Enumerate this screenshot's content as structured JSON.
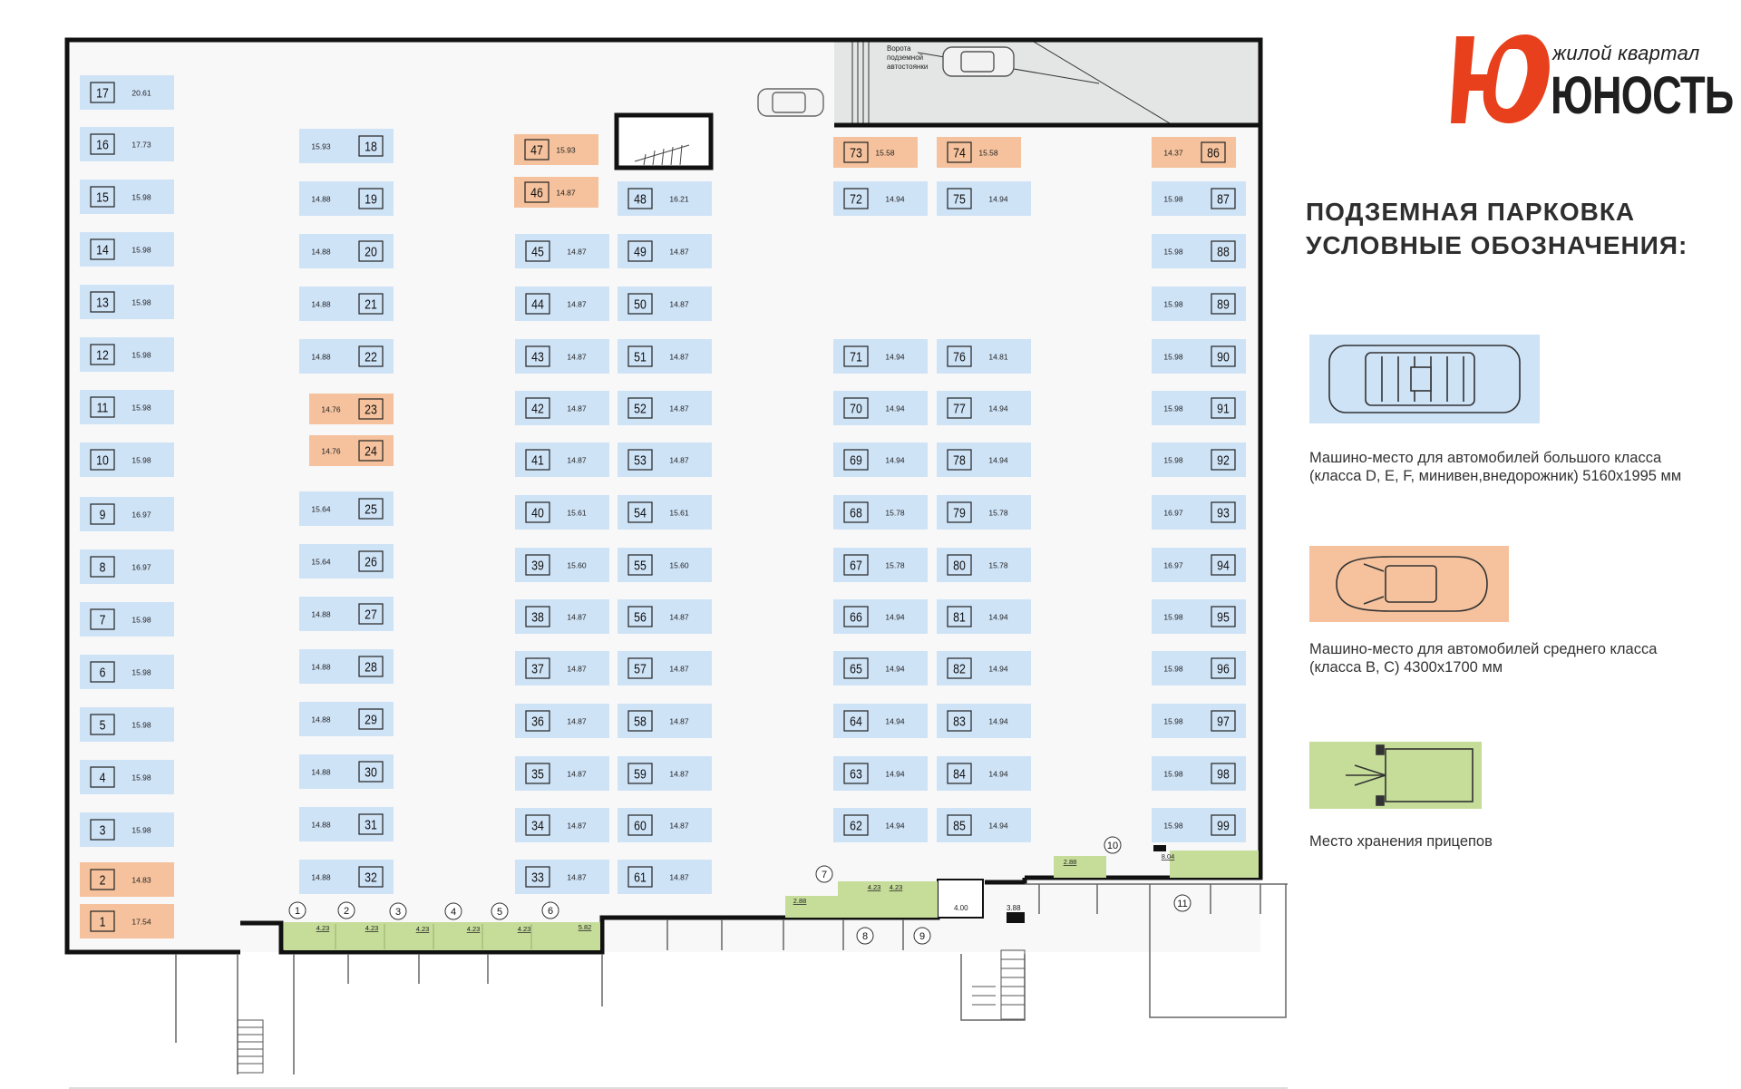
{
  "logo": {
    "subtitle": "жилой квартал",
    "name": "ЮНОСТЬ"
  },
  "legend": {
    "title_line1": "ПОДЗЕМНАЯ ПАРКОВКА",
    "title_line2": "УСЛОВНЫЕ ОБОЗНАЧЕНИЯ:",
    "large_line1": "Машино-место для автомобилей большого класса",
    "large_line2": "(класса D, E, F, минивен,внедорожник) 5160x1995 мм",
    "medium_line1": "Машино-место для автомобилей среднего класса",
    "medium_line2": "(класса B, C) 4300x1700 мм",
    "trailer": "Место хранения прицепов"
  },
  "entrance_label": [
    "Ворота",
    "подземной",
    "автостоянки"
  ],
  "colors": {
    "large": "#cfe3f7",
    "medium": "#f5c29d",
    "trailer": "#c6dd9a",
    "accent": "#e8401c",
    "wall": "#111111"
  },
  "spots": [
    {
      "n": "17",
      "a": "20.61",
      "t": "L"
    },
    {
      "n": "16",
      "a": "17.73",
      "t": "L"
    },
    {
      "n": "15",
      "a": "15.98",
      "t": "L"
    },
    {
      "n": "14",
      "a": "15.98",
      "t": "L"
    },
    {
      "n": "13",
      "a": "15.98",
      "t": "L"
    },
    {
      "n": "12",
      "a": "15.98",
      "t": "L"
    },
    {
      "n": "11",
      "a": "15.98",
      "t": "L"
    },
    {
      "n": "10",
      "a": "15.98",
      "t": "L"
    },
    {
      "n": "9",
      "a": "16.97",
      "t": "L"
    },
    {
      "n": "8",
      "a": "16.97",
      "t": "L"
    },
    {
      "n": "7",
      "a": "15.98",
      "t": "L"
    },
    {
      "n": "6",
      "a": "15.98",
      "t": "L"
    },
    {
      "n": "5",
      "a": "15.98",
      "t": "L"
    },
    {
      "n": "4",
      "a": "15.98",
      "t": "L"
    },
    {
      "n": "3",
      "a": "15.98",
      "t": "L"
    },
    {
      "n": "2",
      "a": "14.83",
      "t": "M"
    },
    {
      "n": "1",
      "a": "17.54",
      "t": "M"
    },
    {
      "n": "18",
      "a": "15.93",
      "t": "L"
    },
    {
      "n": "19",
      "a": "14.88",
      "t": "L"
    },
    {
      "n": "20",
      "a": "14.88",
      "t": "L"
    },
    {
      "n": "21",
      "a": "14.88",
      "t": "L"
    },
    {
      "n": "22",
      "a": "14.88",
      "t": "L"
    },
    {
      "n": "23",
      "a": "14.76",
      "t": "M"
    },
    {
      "n": "24",
      "a": "14.76",
      "t": "M"
    },
    {
      "n": "25",
      "a": "15.64",
      "t": "L"
    },
    {
      "n": "26",
      "a": "15.64",
      "t": "L"
    },
    {
      "n": "27",
      "a": "14.88",
      "t": "L"
    },
    {
      "n": "28",
      "a": "14.88",
      "t": "L"
    },
    {
      "n": "29",
      "a": "14.88",
      "t": "L"
    },
    {
      "n": "30",
      "a": "14.88",
      "t": "L"
    },
    {
      "n": "31",
      "a": "14.88",
      "t": "L"
    },
    {
      "n": "32",
      "a": "14.88",
      "t": "L"
    },
    {
      "n": "47",
      "a": "15.93",
      "t": "M"
    },
    {
      "n": "46",
      "a": "14.87",
      "t": "M"
    },
    {
      "n": "45",
      "a": "14.87",
      "t": "L"
    },
    {
      "n": "44",
      "a": "14.87",
      "t": "L"
    },
    {
      "n": "43",
      "a": "14.87",
      "t": "L"
    },
    {
      "n": "42",
      "a": "14.87",
      "t": "L"
    },
    {
      "n": "41",
      "a": "14.87",
      "t": "L"
    },
    {
      "n": "40",
      "a": "15.61",
      "t": "L"
    },
    {
      "n": "39",
      "a": "15.60",
      "t": "L"
    },
    {
      "n": "38",
      "a": "14.87",
      "t": "L"
    },
    {
      "n": "37",
      "a": "14.87",
      "t": "L"
    },
    {
      "n": "36",
      "a": "14.87",
      "t": "L"
    },
    {
      "n": "35",
      "a": "14.87",
      "t": "L"
    },
    {
      "n": "34",
      "a": "14.87",
      "t": "L"
    },
    {
      "n": "33",
      "a": "14.87",
      "t": "L"
    },
    {
      "n": "48",
      "a": "16.21",
      "t": "L"
    },
    {
      "n": "49",
      "a": "14.87",
      "t": "L"
    },
    {
      "n": "50",
      "a": "14.87",
      "t": "L"
    },
    {
      "n": "51",
      "a": "14.87",
      "t": "L"
    },
    {
      "n": "52",
      "a": "14.87",
      "t": "L"
    },
    {
      "n": "53",
      "a": "14.87",
      "t": "L"
    },
    {
      "n": "54",
      "a": "15.61",
      "t": "L"
    },
    {
      "n": "55",
      "a": "15.60",
      "t": "L"
    },
    {
      "n": "56",
      "a": "14.87",
      "t": "L"
    },
    {
      "n": "57",
      "a": "14.87",
      "t": "L"
    },
    {
      "n": "58",
      "a": "14.87",
      "t": "L"
    },
    {
      "n": "59",
      "a": "14.87",
      "t": "L"
    },
    {
      "n": "60",
      "a": "14.87",
      "t": "L"
    },
    {
      "n": "61",
      "a": "14.87",
      "t": "L"
    },
    {
      "n": "73",
      "a": "15.58",
      "t": "M"
    },
    {
      "n": "72",
      "a": "14.94",
      "t": "L"
    },
    {
      "n": "71",
      "a": "14.94",
      "t": "L"
    },
    {
      "n": "70",
      "a": "14.94",
      "t": "L"
    },
    {
      "n": "69",
      "a": "14.94",
      "t": "L"
    },
    {
      "n": "68",
      "a": "15.78",
      "t": "L"
    },
    {
      "n": "67",
      "a": "15.78",
      "t": "L"
    },
    {
      "n": "66",
      "a": "14.94",
      "t": "L"
    },
    {
      "n": "65",
      "a": "14.94",
      "t": "L"
    },
    {
      "n": "64",
      "a": "14.94",
      "t": "L"
    },
    {
      "n": "63",
      "a": "14.94",
      "t": "L"
    },
    {
      "n": "62",
      "a": "14.94",
      "t": "L"
    },
    {
      "n": "74",
      "a": "15.58",
      "t": "M"
    },
    {
      "n": "75",
      "a": "14.94",
      "t": "L"
    },
    {
      "n": "76",
      "a": "14.81",
      "t": "L"
    },
    {
      "n": "77",
      "a": "14.94",
      "t": "L"
    },
    {
      "n": "78",
      "a": "14.94",
      "t": "L"
    },
    {
      "n": "79",
      "a": "15.78",
      "t": "L"
    },
    {
      "n": "80",
      "a": "15.78",
      "t": "L"
    },
    {
      "n": "81",
      "a": "14.94",
      "t": "L"
    },
    {
      "n": "82",
      "a": "14.94",
      "t": "L"
    },
    {
      "n": "83",
      "a": "14.94",
      "t": "L"
    },
    {
      "n": "84",
      "a": "14.94",
      "t": "L"
    },
    {
      "n": "85",
      "a": "14.94",
      "t": "L"
    },
    {
      "n": "86",
      "a": "14.37",
      "t": "M"
    },
    {
      "n": "87",
      "a": "15.98",
      "t": "L"
    },
    {
      "n": "88",
      "a": "15.98",
      "t": "L"
    },
    {
      "n": "89",
      "a": "15.98",
      "t": "L"
    },
    {
      "n": "90",
      "a": "15.98",
      "t": "L"
    },
    {
      "n": "91",
      "a": "15.98",
      "t": "L"
    },
    {
      "n": "92",
      "a": "15.98",
      "t": "L"
    },
    {
      "n": "93",
      "a": "16.97",
      "t": "L"
    },
    {
      "n": "94",
      "a": "16.97",
      "t": "L"
    },
    {
      "n": "95",
      "a": "15.98",
      "t": "L"
    },
    {
      "n": "96",
      "a": "15.98",
      "t": "L"
    },
    {
      "n": "97",
      "a": "15.98",
      "t": "L"
    },
    {
      "n": "98",
      "a": "15.98",
      "t": "L"
    },
    {
      "n": "99",
      "a": "15.98",
      "t": "L"
    }
  ],
  "trailers": [
    {
      "n": "1",
      "a": "4.23"
    },
    {
      "n": "2",
      "a": "4.23"
    },
    {
      "n": "3",
      "a": "4.23"
    },
    {
      "n": "4",
      "a": "4.23"
    },
    {
      "n": "5",
      "a": "4.23"
    },
    {
      "n": "6",
      "a": "5.82"
    },
    {
      "n": "7",
      "a": "2.88"
    },
    {
      "n": "8",
      "a": "4.23"
    },
    {
      "n": "9",
      "a": "4.23"
    },
    {
      "n": "10",
      "a": "2.88"
    },
    {
      "n": "11",
      "a": "8.04"
    }
  ],
  "dims": {
    "d1": "4.00",
    "d2": "3.88"
  }
}
